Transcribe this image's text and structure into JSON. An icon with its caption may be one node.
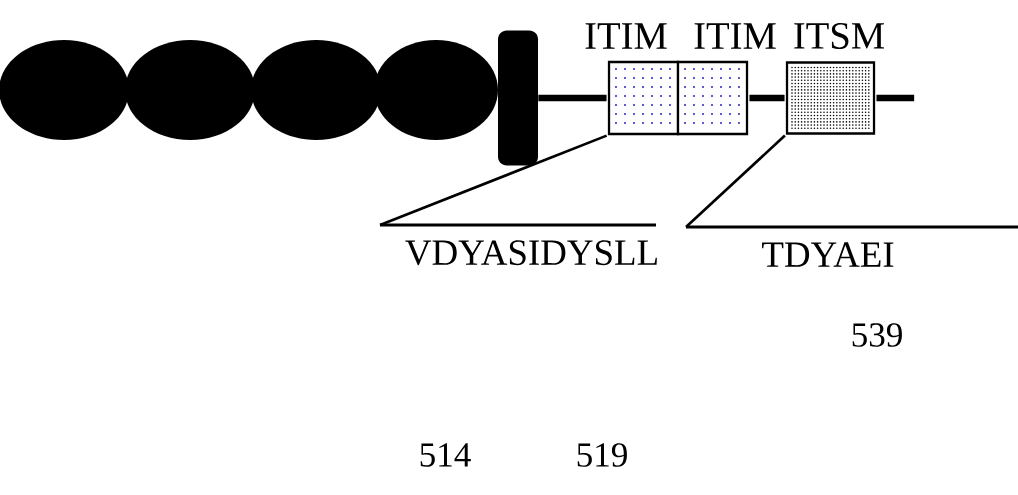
{
  "diagram": {
    "nodes": [
      {
        "text": [],
        "shape": "ellipse"
      },
      {
        "text": [],
        "shape": "ellipse"
      },
      {
        "text": [],
        "shape": "ellipse"
      },
      {
        "text": [],
        "shape": "ellipse"
      },
      {
        "text": [],
        "shape": "bar"
      },
      {
        "text": [
          "ITIM"
        ]
      },
      {
        "text": [
          "ITIM"
        ]
      },
      {
        "text": [
          "ITSM"
        ]
      },
      {
        "text": [
          "VDYASIDYSLL"
        ],
        "beside": [
          "514",
          "519"
        ]
      },
      {
        "text": [
          "TDYAEI"
        ],
        "beside": [
          "539"
        ]
      }
    ],
    "edges": [
      {
        "from": 4,
        "to": 5,
        "arrow": "none"
      },
      {
        "from": 6,
        "to": 7,
        "arrow": "none"
      },
      {
        "from": 7,
        "to": null,
        "arrow": "none"
      },
      {
        "from": 5,
        "to": 8,
        "arrow": "none"
      },
      {
        "from": 7,
        "to": 9,
        "arrow": "none"
      }
    ]
  }
}
